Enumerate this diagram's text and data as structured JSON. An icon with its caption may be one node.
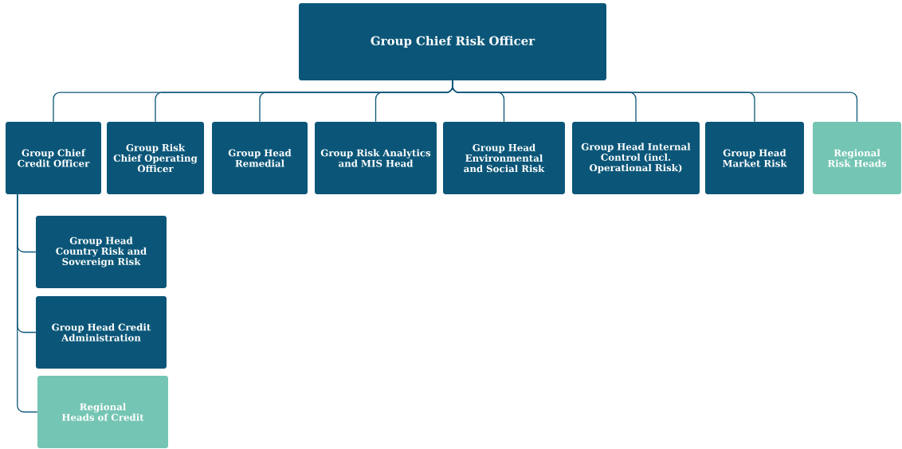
{
  "diagram": {
    "nodes": [
      {
        "text": [
          "Group Chief Risk Officer"
        ]
      },
      {
        "text": [
          "Group Chief Credit Officer"
        ]
      },
      {
        "text": [
          "Group Risk Chief Operating Officer"
        ]
      },
      {
        "text": [
          "Group Head Remedial"
        ]
      },
      {
        "text": [
          "Group Risk Analytics and MIS Head"
        ]
      },
      {
        "text": [
          "Group Head Environmental and Social Risk"
        ]
      },
      {
        "text": [
          "Group Head Internal Control (incl. Operational Risk)"
        ]
      },
      {
        "text": [
          "Group Head Market Risk"
        ]
      },
      {
        "text": [
          "Regional Risk Heads"
        ]
      },
      {
        "text": [
          "Group Head Country Risk and Sovereign Risk"
        ]
      },
      {
        "text": [
          "Group Head Credit Administration"
        ]
      },
      {
        "text": [
          "Regional Heads of Credit"
        ]
      }
    ],
    "edges": [
      {
        "from": 0,
        "to": 1,
        "arrow": "none"
      },
      {
        "from": 0,
        "to": 2,
        "arrow": "none"
      },
      {
        "from": 0,
        "to": 3,
        "arrow": "none"
      },
      {
        "from": 0,
        "to": 4,
        "arrow": "none"
      },
      {
        "from": 0,
        "to": 5,
        "arrow": "none"
      },
      {
        "from": 0,
        "to": 6,
        "arrow": "none"
      },
      {
        "from": 0,
        "to": 7,
        "arrow": "none"
      },
      {
        "from": 0,
        "to": 8,
        "arrow": "none"
      },
      {
        "from": 1,
        "to": 9,
        "arrow": "none"
      },
      {
        "from": 1,
        "to": 10,
        "arrow": "none"
      },
      {
        "from": 1,
        "to": 11,
        "arrow": "none"
      }
    ]
  }
}
